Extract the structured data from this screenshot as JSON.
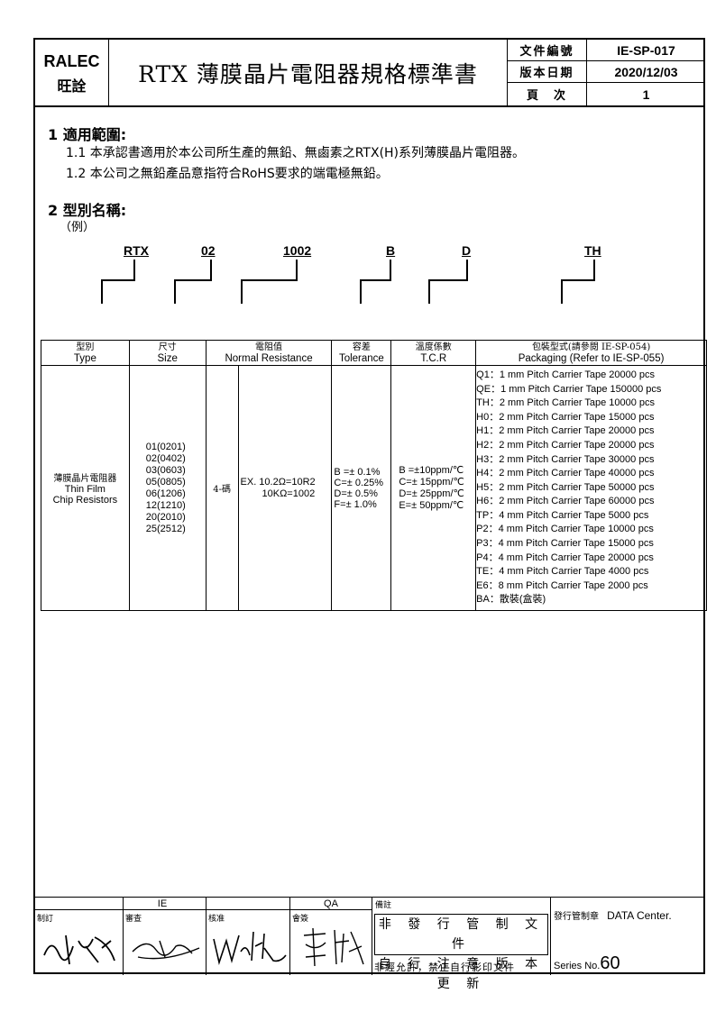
{
  "header": {
    "logo_en": "RALEC",
    "logo_zh": "旺詮",
    "title": "RTX 薄膜晶片電阻器規格標準書",
    "meta": [
      {
        "label": "文件編號",
        "value": "IE-SP-017"
      },
      {
        "label": "版本日期",
        "value": "2020/12/03"
      },
      {
        "label": "頁　次",
        "value": "1"
      }
    ]
  },
  "section1": {
    "heading": "1 適用範圍:",
    "lines": [
      "1.1 本承認書適用於本公司所生產的無鉛、無鹵素之RTX(H)系列薄膜晶片電阻器。",
      "1.2 本公司之無鉛產品意指符合RoHS要求的端電極無鉛。"
    ]
  },
  "section2": {
    "heading": "2 型別名稱:",
    "example": "（例）",
    "codes": [
      "RTX",
      "02",
      "1002",
      "B",
      "D",
      "TH"
    ]
  },
  "table": {
    "headers": [
      {
        "zh": "型別",
        "en": "Type"
      },
      {
        "zh": "尺寸",
        "en": "Size"
      },
      {
        "zh": "電阻值",
        "en": "Normal Resistance"
      },
      {
        "zh": "容差",
        "en": "Tolerance"
      },
      {
        "zh": "溫度係數",
        "en": "T.C.R"
      },
      {
        "zh": "包裝型式(請參閱 IE-SP-054)",
        "en": "Packaging (Refer to IE-SP-055)"
      }
    ],
    "type_zh": "薄膜晶片電阻器",
    "type_en1": "Thin Film",
    "type_en2": "Chip Resistors",
    "sizes": [
      "01(0201)",
      "02(0402)",
      "03(0603)",
      "05(0805)",
      "06(1206)",
      "12(1210)",
      "20(2010)",
      "25(2512)"
    ],
    "digits": "4-碼",
    "resistance": [
      "EX. 10.2Ω=10R2",
      "10KΩ=1002"
    ],
    "tolerance": [
      "B =± 0.1%",
      "C=± 0.25%",
      "D=± 0.5%",
      "F=± 1.0%"
    ],
    "tcr": [
      "B =±10ppm/℃",
      "C=± 15ppm/℃",
      "D=± 25ppm/℃",
      "E=± 50ppm/℃"
    ],
    "packaging": [
      "Q1：1 mm Pitch Carrier Tape 20000 pcs",
      "QE：1 mm Pitch Carrier Tape 150000 pcs",
      "TH：2 mm Pitch Carrier Tape 10000 pcs",
      "H0：2 mm Pitch Carrier Tape 15000 pcs",
      "H1：2 mm Pitch Carrier Tape 20000 pcs",
      "H2：2 mm Pitch Carrier Tape 20000 pcs",
      "H3：2 mm Pitch Carrier Tape 30000 pcs",
      "H4：2 mm Pitch Carrier Tape 40000 pcs",
      "H5：2 mm Pitch Carrier Tape 50000 pcs",
      "H6：2 mm Pitch Carrier Tape 60000 pcs",
      "TP：4 mm Pitch Carrier Tape 5000 pcs",
      "P2：4 mm Pitch Carrier Tape 10000 pcs",
      "P3：4 mm Pitch Carrier Tape 15000 pcs",
      "P4：4 mm Pitch Carrier Tape 20000 pcs",
      "TE：4 mm Pitch Carrier Tape 4000 pcs",
      "E6：8 mm Pitch Carrier Tape 2000 pcs",
      "BA：散裝(盒裝)"
    ]
  },
  "footer": {
    "ie": "IE",
    "qa": "QA",
    "made": "制訂",
    "review": "審查",
    "approve": "核准",
    "countersign": "會簽",
    "remark": "備註",
    "notice_line1": "非 發 行 管 制 文 件",
    "notice_line2": "自 行 注 意 版 本 更 新",
    "notice_line3": "非經允許，禁止自行影印文件",
    "stamp": "發行管制章",
    "data_center": "DATA Center.",
    "series_label": "Series No.",
    "series_no": "60"
  }
}
